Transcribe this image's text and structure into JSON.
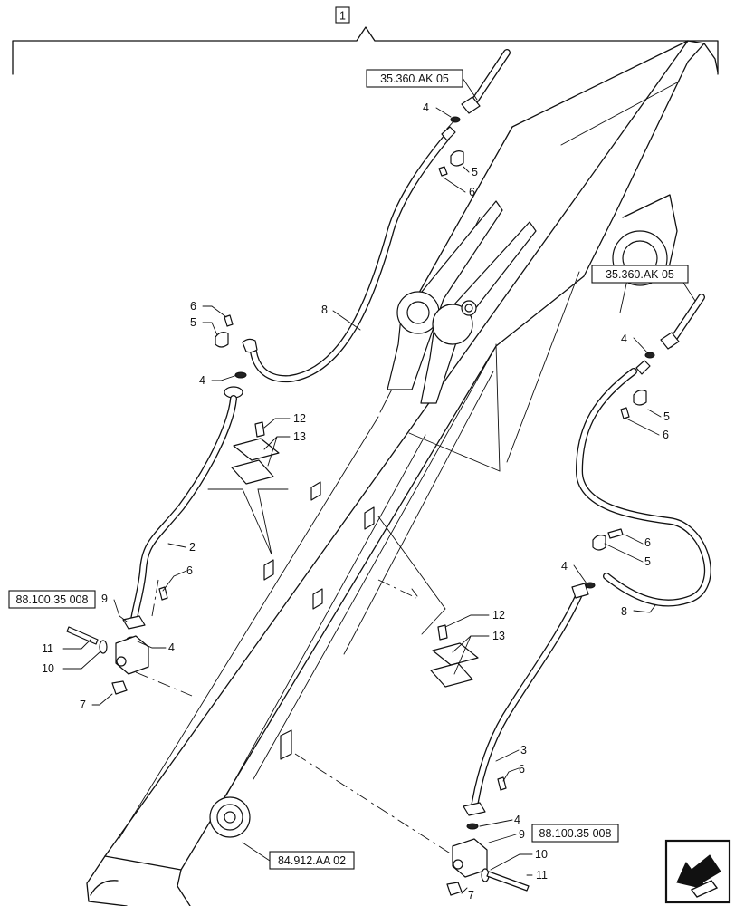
{
  "assembly": {
    "number": "1"
  },
  "references": {
    "hose_fitting_top": "35.360.AK 05",
    "hose_fitting_right": "35.360.AK 05",
    "valve_left": "88.100.35 008",
    "valve_right": "88.100.35 008",
    "boom": "84.912.AA 02"
  },
  "callouts": {
    "c2": "2",
    "c3": "3",
    "c4a": "4",
    "c4b": "4",
    "c4c": "4",
    "c4d": "4",
    "c4e": "4",
    "c4f": "4",
    "c5a": "5",
    "c5b": "5",
    "c5c": "5",
    "c5d": "5",
    "c6a": "6",
    "c6b": "6",
    "c6c": "6",
    "c6d": "6",
    "c6e": "6",
    "c6f": "6",
    "c7a": "7",
    "c7b": "7",
    "c8a": "8",
    "c8b": "8",
    "c9a": "9",
    "c9b": "9",
    "c10a": "10",
    "c10b": "10",
    "c11a": "11",
    "c11b": "11",
    "c12a": "12",
    "c12b": "12",
    "c13a": "13",
    "c13b": "13"
  },
  "icons": {
    "nav": "back-arrow-icon"
  }
}
